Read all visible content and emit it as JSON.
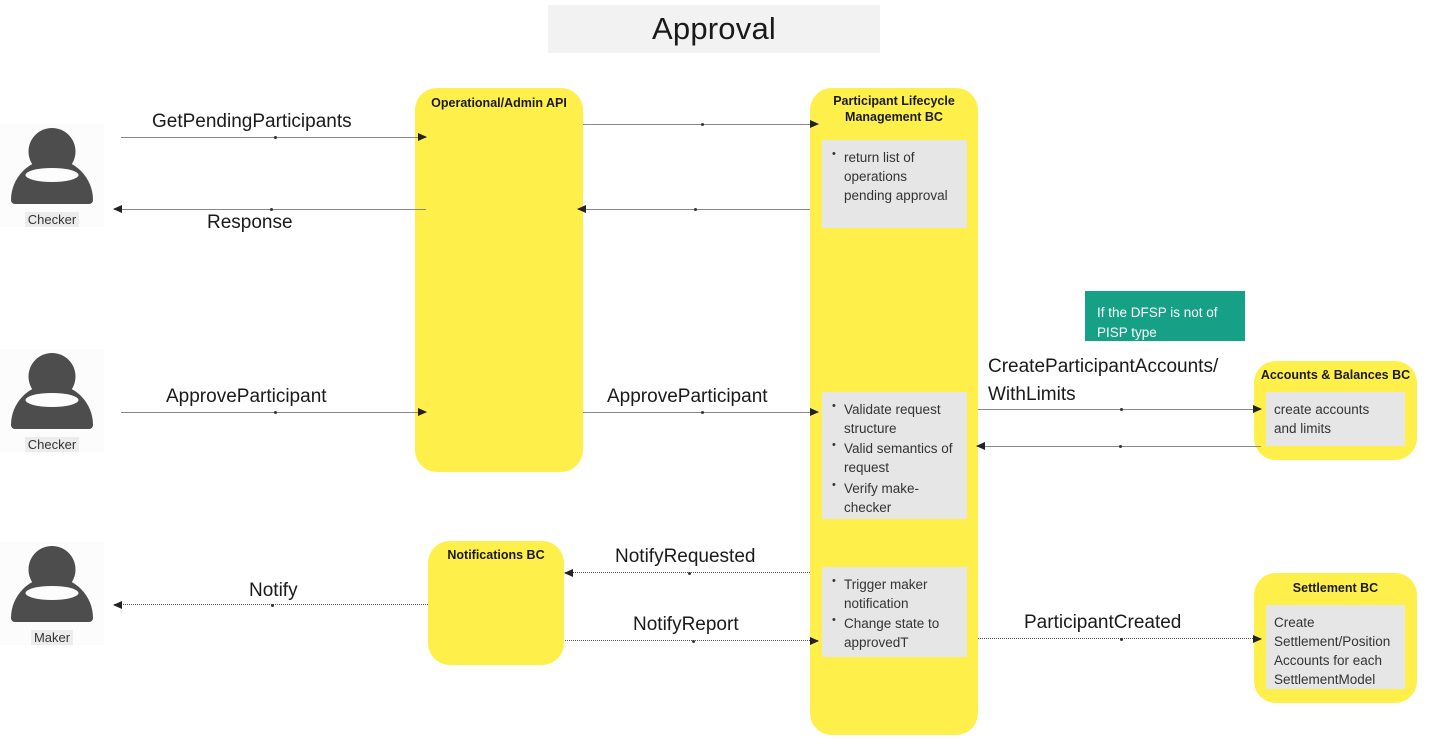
{
  "diagram": {
    "title": "Approval",
    "type": "sequence-diagram"
  },
  "colors": {
    "lane_fill": "#ffef4a",
    "note_fill": "#e6e6e6",
    "teal_note_fill": "#16a085",
    "actor_fill": "#4d4d4d",
    "title_band_fill": "#f2f2f2",
    "arrow": "#888888"
  },
  "actors": [
    {
      "id": "checker-top",
      "label": "Checker",
      "icon": "user-icon"
    },
    {
      "id": "checker-mid",
      "label": "Checker",
      "icon": "user-icon"
    },
    {
      "id": "maker",
      "label": "Maker",
      "icon": "user-icon"
    }
  ],
  "lanes": [
    {
      "id": "operational-admin-api",
      "title": "Operational/Admin API",
      "notes": []
    },
    {
      "id": "participant-lifecycle-management-bc",
      "title": "Participant Lifecycle\nManagement BC",
      "notes": [
        {
          "id": "plm-note-1",
          "style": "bullets",
          "items": [
            "return list of operations pending approval"
          ]
        },
        {
          "id": "plm-note-2",
          "style": "bullets",
          "items": [
            "Validate request structure",
            "Valid semantics of request",
            "Verify make-checker"
          ]
        },
        {
          "id": "plm-note-3",
          "style": "bullets",
          "items": [
            "Trigger maker notification",
            "Change state to approvedT"
          ]
        }
      ]
    },
    {
      "id": "notifications-bc",
      "title": "Notifications BC",
      "notes": []
    },
    {
      "id": "accounts-balances-bc",
      "title": "Accounts & Balances BC",
      "notes": [
        {
          "id": "ab-note-1",
          "style": "plain",
          "items": [
            "create accounts and limits"
          ]
        }
      ]
    },
    {
      "id": "settlement-bc",
      "title": "Settlement BC",
      "notes": [
        {
          "id": "settlement-note-1",
          "style": "plain",
          "items": [
            "Create Settlement/Position Accounts for each SettlementModel"
          ]
        }
      ]
    }
  ],
  "teal_note": {
    "id": "dfsp-condition-note",
    "text": "If the DFSP is not of PISP type"
  },
  "messages": [
    {
      "id": "msg-get-pending-participants",
      "label": "GetPendingParticipants",
      "direction": "right",
      "style": "solid"
    },
    {
      "id": "msg-get-pending-participants-fwd",
      "label": "",
      "direction": "right",
      "style": "solid"
    },
    {
      "id": "msg-response",
      "label": "Response",
      "direction": "left",
      "style": "solid"
    },
    {
      "id": "msg-response-back",
      "label": "",
      "direction": "left",
      "style": "solid"
    },
    {
      "id": "msg-approve-participant-1",
      "label": "ApproveParticipant",
      "direction": "right",
      "style": "solid"
    },
    {
      "id": "msg-approve-participant-2",
      "label": "ApproveParticipant",
      "direction": "right",
      "style": "solid"
    },
    {
      "id": "msg-create-participant-accounts",
      "label": "CreateParticipantAccounts/\nWithLimits",
      "direction": "right",
      "style": "solid"
    },
    {
      "id": "msg-create-participant-accounts-reply",
      "label": "",
      "direction": "left",
      "style": "solid"
    },
    {
      "id": "msg-notify-requested",
      "label": "NotifyRequested",
      "direction": "left",
      "style": "dotted"
    },
    {
      "id": "msg-notify",
      "label": "Notify",
      "direction": "left",
      "style": "dotted"
    },
    {
      "id": "msg-notify-report",
      "label": "NotifyReport",
      "direction": "right",
      "style": "dotted"
    },
    {
      "id": "msg-participant-created",
      "label": "ParticipantCreated",
      "direction": "right",
      "style": "dotted"
    }
  ]
}
